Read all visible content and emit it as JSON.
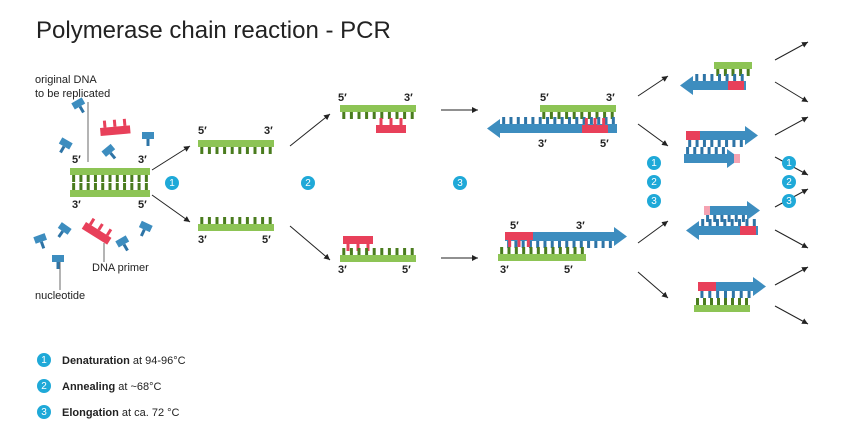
{
  "title": "Polymerase chain reaction - PCR",
  "labels": {
    "original_line1": "original DNA",
    "original_line2": "to be replicated",
    "primer": "DNA primer",
    "nucleotide": "nucleotide"
  },
  "ends": {
    "five": "5′",
    "three": "3′"
  },
  "steps": [
    "1",
    "2",
    "3"
  ],
  "legend": [
    {
      "num": "1",
      "name": "Denaturation",
      "detail": " at 94-96°C"
    },
    {
      "num": "2",
      "name": "Annealing",
      "detail": " at ~68°C"
    },
    {
      "num": "3",
      "name": "Elongation",
      "detail": " at ca. 72 °C"
    }
  ],
  "colors": {
    "dna_green": "#8dc455",
    "dna_tooth": "#4a7c1e",
    "primer_red": "#e8405a",
    "primer_light": "#f5a3b2",
    "nucleotide_blue": "#2e74a6",
    "new_strand_blue": "#3d8dbf",
    "step_circle": "#1fa9d8"
  }
}
